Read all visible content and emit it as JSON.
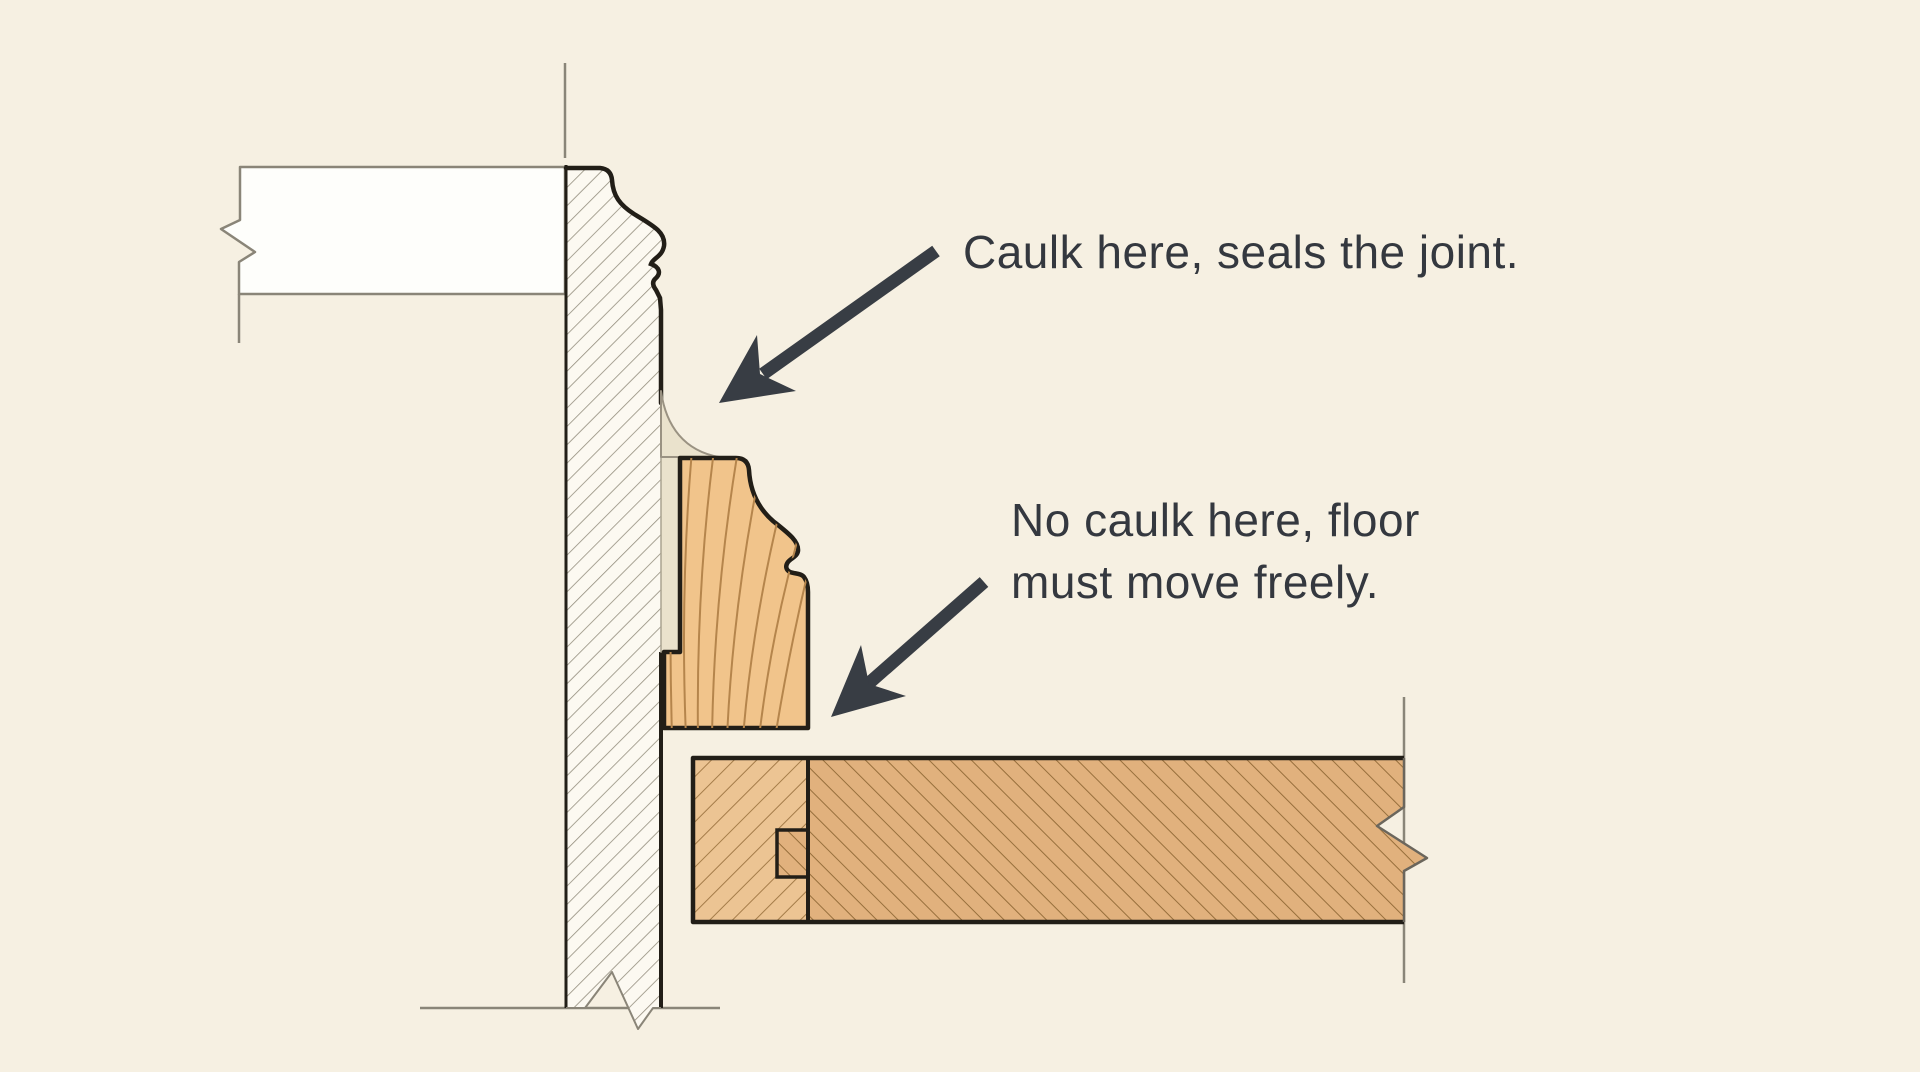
{
  "scene": {
    "background_color": "#f6f0e2",
    "outline_color": "#221e17",
    "thin_line_color": "#8a8578",
    "annotation_color": "#383d44",
    "wall_fill": "#fefefb",
    "baseboard_fill": "#fcf9f1",
    "baseboard_hatch_color": "#948e7e",
    "caulk_fill": "#eae2cc",
    "molding_fill": "#f1c48b",
    "molding_grain_color": "#b5854c",
    "floor_left_fill": "#ecc493",
    "floor_left_hatch_color": "#a57c49",
    "floor_right_fill": "#e1b17d",
    "floor_right_hatch_color": "#976f3c"
  },
  "labels": {
    "caulk": "Caulk here, seals the joint.",
    "no_caulk_line1": "No caulk here, floor",
    "no_caulk_line2": "must move freely."
  },
  "parts": [
    "wall-section-with-break",
    "wall-reference-line",
    "baseboard-section",
    "caulk-bead",
    "shoe-molding-section",
    "floor-board-left",
    "floor-board-right",
    "tongue-and-groove-joint",
    "floor-break-line",
    "baseboard-break-line"
  ]
}
